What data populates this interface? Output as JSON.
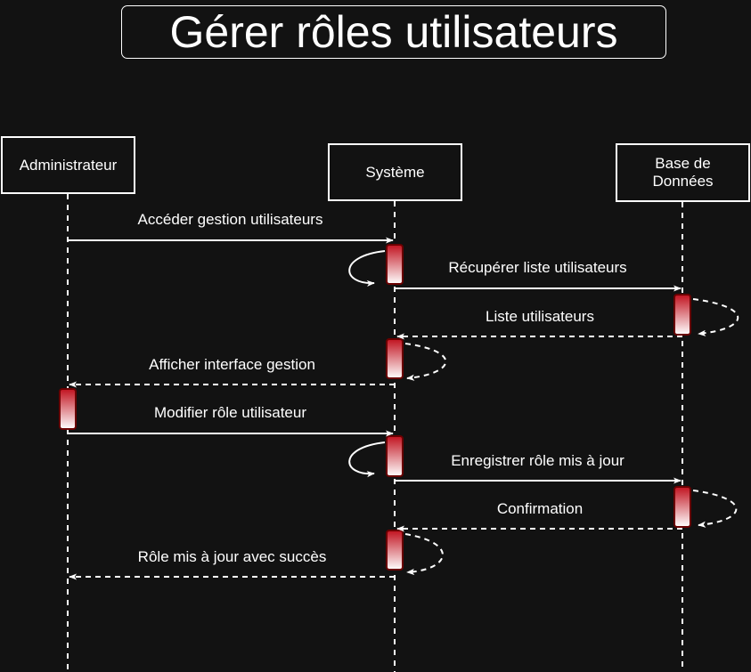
{
  "title": "Gérer rôles utilisateurs",
  "colors": {
    "background": "#121212",
    "line": "#ffffff",
    "activation_top": "#c1121f",
    "activation_bottom": "#ffffff",
    "activation_border": "#6a0000"
  },
  "participants": [
    {
      "id": "admin",
      "label": "Administrateur"
    },
    {
      "id": "system",
      "label": "Système"
    },
    {
      "id": "db",
      "label": "Base de\nDonnées"
    }
  ],
  "messages": [
    {
      "id": "m1",
      "from": "admin",
      "to": "system",
      "label": "Accéder gestion utilisateurs",
      "style": "solid"
    },
    {
      "id": "m2",
      "from": "system",
      "to": "db",
      "label": "Récupérer liste utilisateurs",
      "style": "solid"
    },
    {
      "id": "m3",
      "from": "db",
      "to": "system",
      "label": "Liste utilisateurs",
      "style": "dashed"
    },
    {
      "id": "m4",
      "from": "system",
      "to": "admin",
      "label": "Afficher interface gestion",
      "style": "dashed"
    },
    {
      "id": "m5",
      "from": "admin",
      "to": "system",
      "label": "Modifier rôle utilisateur",
      "style": "solid"
    },
    {
      "id": "m6",
      "from": "system",
      "to": "db",
      "label": "Enregistrer rôle mis à jour",
      "style": "solid"
    },
    {
      "id": "m7",
      "from": "db",
      "to": "system",
      "label": "Confirmation",
      "style": "dashed"
    },
    {
      "id": "m8",
      "from": "system",
      "to": "admin",
      "label": "Rôle mis à jour avec succès",
      "style": "dashed"
    }
  ]
}
